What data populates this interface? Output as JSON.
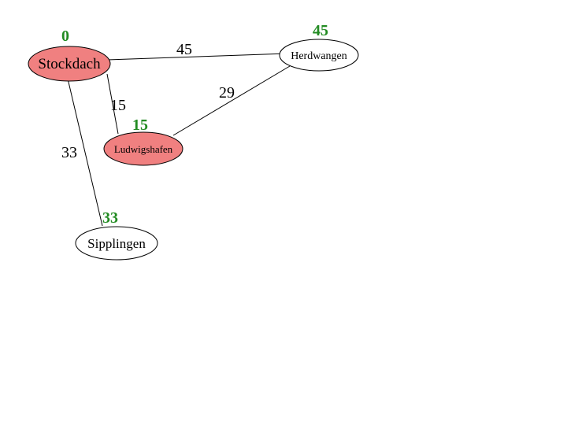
{
  "colors": {
    "visited_fill": "#f08080",
    "unvisited_fill": "#ffffff",
    "distance_text": "#228b22",
    "edge": "#000000"
  },
  "nodes": {
    "stockdach": {
      "label": "Stockdach",
      "distance": "0",
      "visited": true
    },
    "herdwangen": {
      "label": "Herdwangen",
      "distance": "45",
      "visited": false
    },
    "ludwigshafen": {
      "label": "Ludwigshafen",
      "distance": "15",
      "visited": true
    },
    "sipplingen": {
      "label": "Sipplingen",
      "distance": "33",
      "visited": false
    }
  },
  "edges": {
    "stockdach_herdwangen": {
      "weight": "45"
    },
    "stockdach_ludwigshafen": {
      "weight": "15"
    },
    "stockdach_sipplingen": {
      "weight": "33"
    },
    "ludwigshafen_herdwangen": {
      "weight": "29"
    }
  }
}
